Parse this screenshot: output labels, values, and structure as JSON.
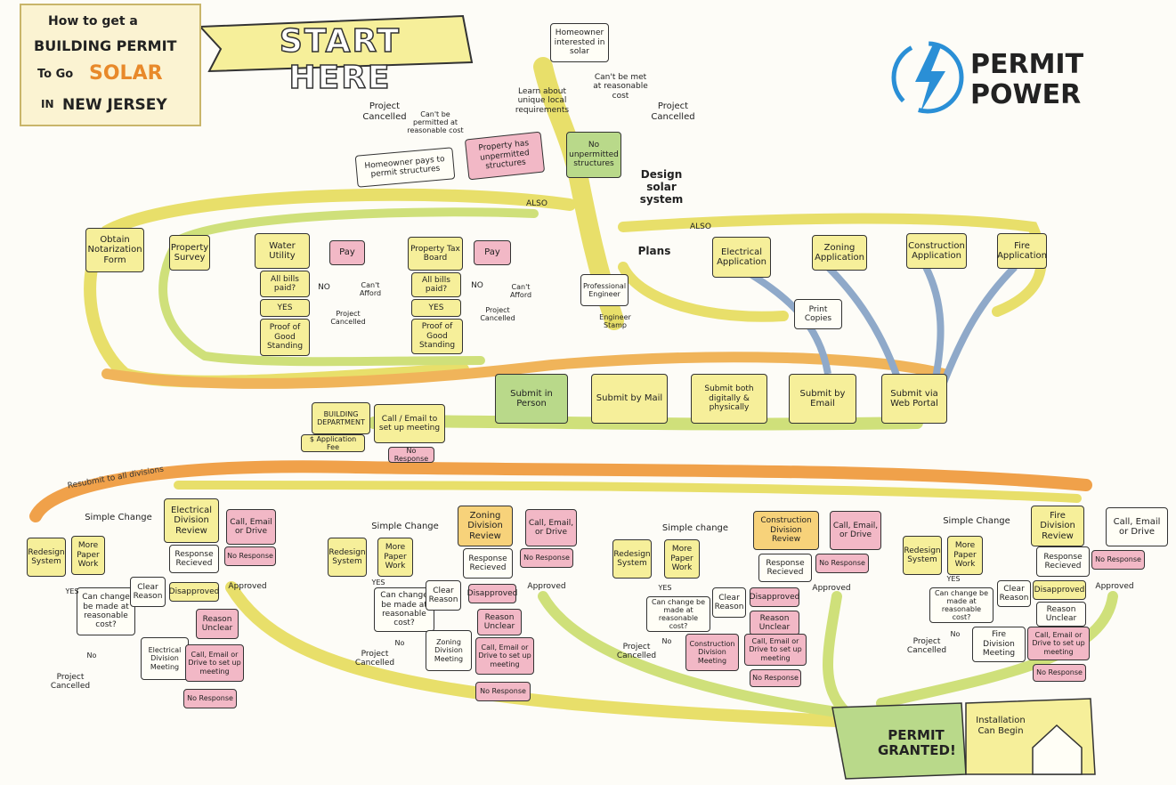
{
  "title": {
    "line1": "How to get a",
    "line2": "BUILDING PERMIT",
    "line3_prefix": "To Go",
    "line3_word": "SOLAR",
    "line4_prefix": "IN",
    "line4_word": "NEW JERSEY"
  },
  "start_banner": "START HERE",
  "logo": {
    "line1": "PERMIT",
    "line2": "POWER",
    "icon": "lightning-bolt-icon"
  },
  "top": {
    "homeowner_interested": "Homeowner interested in solar",
    "learn_requirements": "Learn about unique local requirements",
    "cant_be_met": "Can't be met at reasonable cost",
    "project_cancelled_right": "Project Cancelled",
    "project_cancelled_left": "Project Cancelled",
    "cant_be_permitted": "Can't be permitted at reasonable cost",
    "property_unpermitted": "Property has unpermitted structures",
    "homeowner_pays": "Homeowner pays to permit structures",
    "no_unpermitted": "No unpermitted structures",
    "design_solar": "Design solar system",
    "also_left": "ALSO",
    "also_right": "ALSO"
  },
  "prereq": {
    "notarization": "Obtain Notarization Form",
    "survey": "Property Survey",
    "water_utility": "Water Utility",
    "all_bills_paid_1": "All bills paid?",
    "yes_1": "YES",
    "no_1": "NO",
    "pay_1": "Pay",
    "cant_afford_1": "Can't Afford",
    "project_cancelled_1": "Project Cancelled",
    "proof_good_standing_1": "Proof of Good Standing",
    "tax_board": "Property Tax Board",
    "all_bills_paid_2": "All bills paid?",
    "yes_2": "YES",
    "no_2": "NO",
    "pay_2": "Pay",
    "cant_afford_2": "Can't Afford",
    "project_cancelled_2": "Project Cancelled",
    "proof_good_standing_2": "Proof of Good Standing"
  },
  "plans": {
    "plans": "Plans",
    "professional_engineer": "Professional Engineer",
    "engineer_stamp": "Engineer Stamp",
    "print_copies": "Print Copies",
    "also": "ALSO"
  },
  "applications": [
    "Electrical Application",
    "Zoning Application",
    "Construction Application",
    "Fire Application"
  ],
  "submit": [
    "Submit in Person",
    "Submit by Mail",
    "Submit both digitally & physically",
    "Submit by Email",
    "Submit via Web Portal"
  ],
  "building_dept": {
    "building_department": "BUILDING DEPARTMENT",
    "application_fee": "$ Application Fee",
    "call_email": "Call / Email to set up meeting",
    "no_response": "No Response",
    "resubmit": "Resubmit to all divisions"
  },
  "divisions": [
    {
      "name": "Electrical Division Review",
      "simple_change": "Simple Change",
      "call": "Call, Email or Drive",
      "response": "Response Recieved",
      "no_response": "No Response",
      "redesign": "Redesign System",
      "paperwork": "More Paper Work",
      "can_change": "Can change be made at reasonable cost?",
      "yes": "YES",
      "no": "No",
      "clear": "Clear Reason",
      "disapproved": "Disapproved",
      "approved": "Approved",
      "unclear": "Reason Unclear",
      "meeting": "Electrical Division Meeting",
      "call_meeting": "Call, Email or Drive to set up meeting",
      "no_response2": "No Response",
      "cancelled": "Project Cancelled"
    },
    {
      "name": "Zoning Division Review",
      "simple_change": "Simple Change",
      "call": "Call, Email, or Drive",
      "response": "Response Recieved",
      "no_response": "No Response",
      "redesign": "Redesign System",
      "paperwork": "More Paper Work",
      "can_change": "Can change be made at reasonable cost?",
      "yes": "YES",
      "no": "No",
      "clear": "Clear Reason",
      "disapproved": "Disapproved",
      "approved": "Approved",
      "unclear": "Reason Unclear",
      "meeting": "Zoning Division Meeting",
      "call_meeting": "Call, Email or Drive to set up meeting",
      "no_response2": "No Response",
      "cancelled": "Project Cancelled"
    },
    {
      "name": "Construction Division Review",
      "simple_change": "Simple change",
      "call": "Call, Email, or Drive",
      "response": "Response Recieved",
      "no_response": "No Response",
      "redesign": "Redesign System",
      "paperwork": "More Paper Work",
      "can_change": "Can change be made at reasonable cost?",
      "yes": "YES",
      "no": "No",
      "clear": "Clear Reason",
      "disapproved": "Disapproved",
      "approved": "Approved",
      "unclear": "Reason Unclear",
      "meeting": "Construction Division Meeting",
      "call_meeting": "Call, Email or Drive to set up meeting",
      "no_response2": "No Response",
      "cancelled": "Project Cancelled"
    },
    {
      "name": "Fire Division Review",
      "simple_change": "Simple Change",
      "call": "Call, Email or Drive",
      "response": "Response Recieved",
      "no_response": "No Response",
      "redesign": "Redesign System",
      "paperwork": "More Paper Work",
      "can_change": "Can change be made at reasonable cost?",
      "yes": "YES",
      "no": "No",
      "clear": "Clear Reason",
      "disapproved": "Disapproved",
      "approved": "Approved",
      "unclear": "Reason Unclear",
      "meeting": "Fire Division Meeting",
      "call_meeting": "Call, Email or Drive to set up meeting",
      "no_response2": "No Response",
      "cancelled": "Project Cancelled"
    }
  ],
  "end": {
    "permit_granted": "PERMIT GRANTED!",
    "installation": "Installation Can Begin"
  },
  "colors": {
    "path_yellow": "#e8df6a",
    "path_green": "#a9cf7a",
    "path_orange": "#f0a14a",
    "path_blue": "#8fa9c9",
    "box_yellow": "#f6ef9a",
    "box_pink": "#f2b8c6",
    "logo_blue": "#2a8fd6",
    "title_orange": "#e8892a"
  }
}
